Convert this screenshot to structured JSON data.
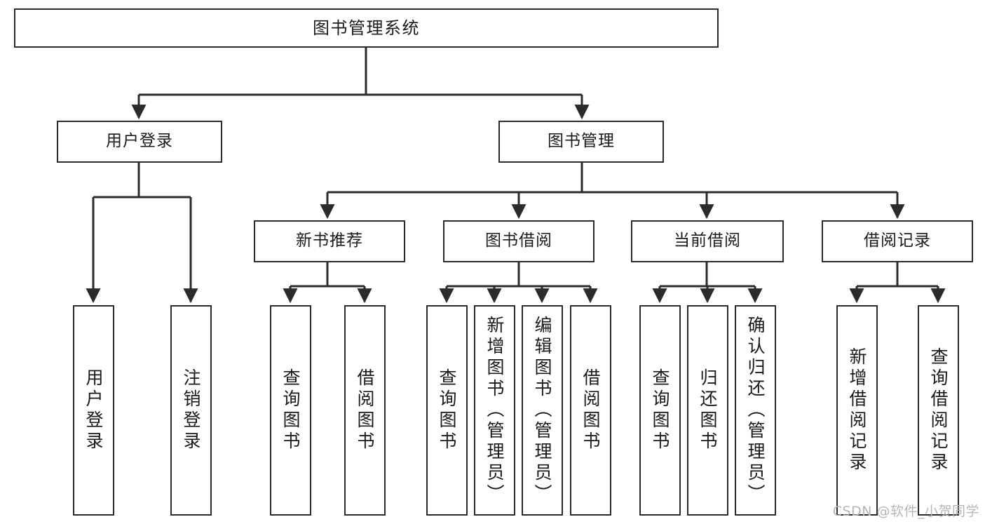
{
  "diagram": {
    "type": "tree-hierarchy",
    "title": "图书管理系统",
    "orientation": "top-down",
    "colors": {
      "box_border": "#2b2b2b",
      "box_fill": "#ffffff",
      "edge": "#2b2b2b",
      "text": "#1a1a1a",
      "watermark": "#b6b6b6",
      "background": "#ffffff"
    },
    "nodes": {
      "root": {
        "label": "图书管理系统"
      },
      "level2": [
        {
          "id": "user-login",
          "label": "用户登录"
        },
        {
          "id": "book-management",
          "label": "图书管理"
        }
      ],
      "level3": [
        {
          "id": "new-book-recommend",
          "label": "新书推荐"
        },
        {
          "id": "book-borrow",
          "label": "图书借阅"
        },
        {
          "id": "current-borrow",
          "label": "当前借阅"
        },
        {
          "id": "borrow-record",
          "label": "借阅记录"
        }
      ],
      "leaves": {
        "user-login": [
          {
            "id": "leaf-user-login",
            "label": "用户登录"
          },
          {
            "id": "leaf-logout",
            "label": "注销登录"
          }
        ],
        "new-book-recommend": [
          {
            "id": "leaf-query-book-1",
            "label": "查询图书"
          },
          {
            "id": "leaf-borrow-book-1",
            "label": "借阅图书"
          }
        ],
        "book-borrow": [
          {
            "id": "leaf-query-book-2",
            "label": "查询图书"
          },
          {
            "id": "leaf-add-book",
            "label": "新增图书（管理员）"
          },
          {
            "id": "leaf-edit-book",
            "label": "编辑图书（管理员）"
          },
          {
            "id": "leaf-borrow-book-2",
            "label": "借阅图书"
          }
        ],
        "current-borrow": [
          {
            "id": "leaf-query-book-3",
            "label": "查询图书"
          },
          {
            "id": "leaf-return-book",
            "label": "归还图书"
          },
          {
            "id": "leaf-confirm-return",
            "label": "确认归还（管理员）"
          }
        ],
        "borrow-record": [
          {
            "id": "leaf-add-record",
            "label": "新增借阅记录"
          },
          {
            "id": "leaf-query-record",
            "label": "查询借阅记录"
          }
        ]
      }
    },
    "watermark": "CSDN @软件_小贺同学"
  }
}
